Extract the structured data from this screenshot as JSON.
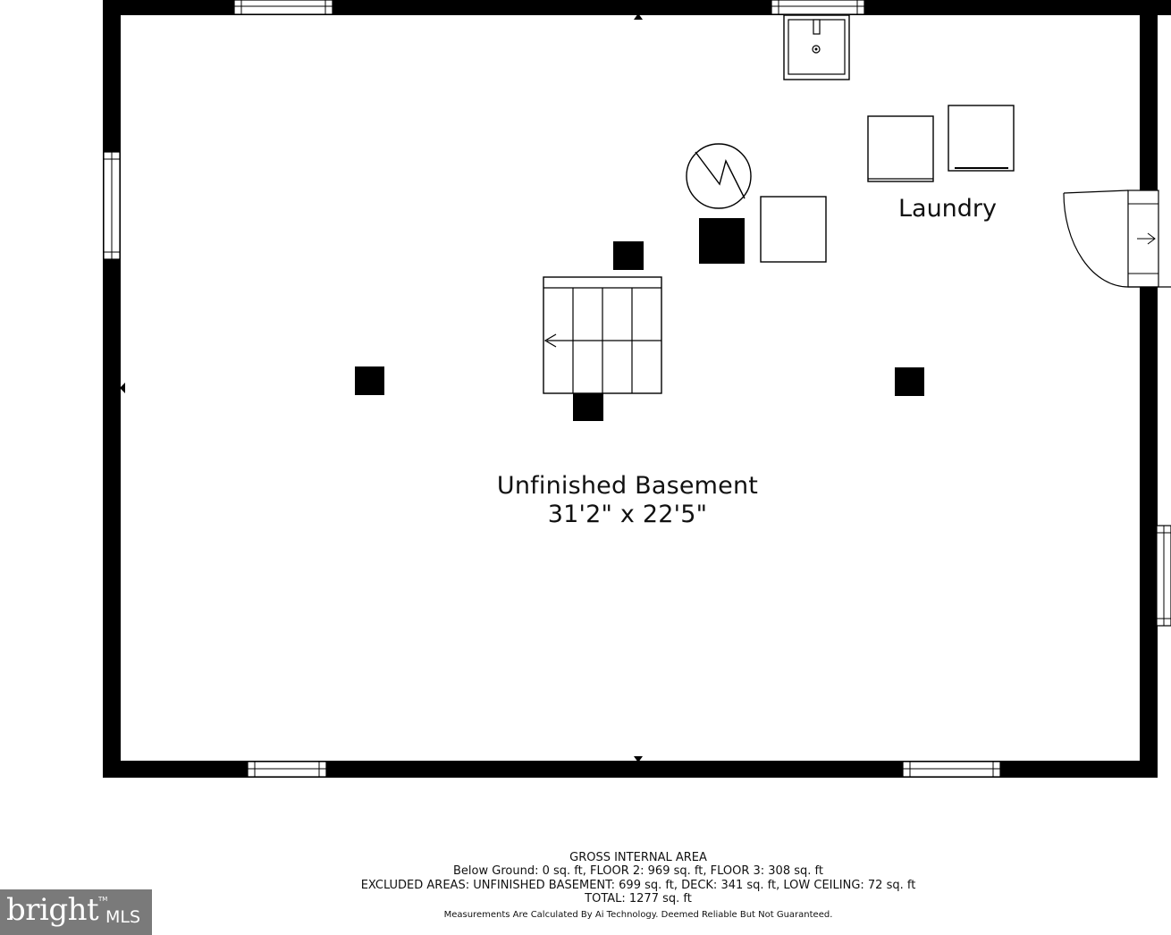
{
  "rooms": {
    "basement": {
      "name": "Unfinished Basement",
      "dimensions": "31'2\" x 22'5\""
    },
    "laundry": {
      "name": "Laundry"
    }
  },
  "area_summary": {
    "heading": "GROSS INTERNAL AREA",
    "line1": "Below Ground: 0 sq. ft, FLOOR 2: 969 sq. ft, FLOOR 3: 308 sq. ft",
    "line2": "EXCLUDED AREAS: UNFINISHED BASEMENT: 699 sq. ft, DECK: 341 sq. ft, LOW CEILING: 72 sq. ft",
    "line3": "TOTAL: 1277 sq. ft",
    "disclaimer": "Measurements Are Calculated By Ai Technology. Deemed Reliable But Not Guaranteed."
  },
  "watermark": {
    "brand": "bright",
    "suffix": "MLS",
    "trademark": "TM"
  },
  "colors": {
    "wall": "#000000",
    "background": "#ffffff",
    "logo_bg": "#7a7a7a"
  },
  "fixtures": [
    "sink-icon",
    "washer-icon",
    "dryer-icon",
    "water-heater-icon",
    "furnace-icon",
    "appliance-icon",
    "stairs-icon",
    "door-icon",
    "window-icon",
    "support-column-icon"
  ]
}
